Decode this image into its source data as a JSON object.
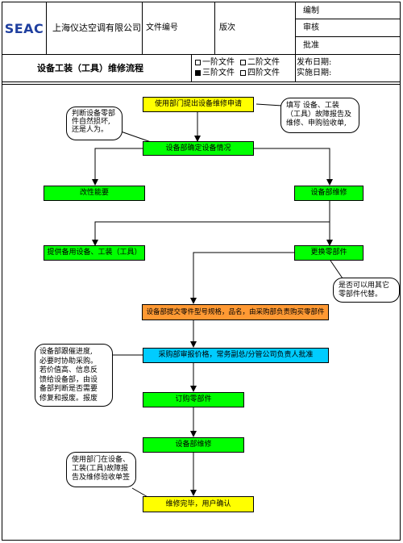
{
  "header": {
    "logo": "SEAC",
    "company": "上海仪达空调有限公司",
    "doc_no_label": "文件编号",
    "version_label": "版次",
    "roles": [
      "编制",
      "审核",
      "批准"
    ],
    "title": "设备工装（工具）维修流程",
    "levels": [
      {
        "label": "一阶文件",
        "checked": false
      },
      {
        "label": "二阶文件",
        "checked": false
      },
      {
        "label": "三阶文件",
        "checked": true
      },
      {
        "label": "四阶文件",
        "checked": false
      }
    ],
    "publish_date_label": "发布日期:",
    "effective_date_label": "实施日期:"
  },
  "flow": {
    "step1": "使用部门提出设备维修申请",
    "step2": "设备部确定设备情况",
    "step3a": "改性能要",
    "step3b": "设备部维修",
    "step4a": "提供备用设备、工装（工具）",
    "step4b": "更换零部件",
    "step5": "设备部提交零件型号规格，品名，由采购部负责购买零部件",
    "step6": "采购部审报价格，常务副总/分管公司负责人批准",
    "step7": "订购零部件",
    "step8": "设备部维修",
    "step9": "维修完毕，用户确认"
  },
  "callouts": {
    "c1": "判断设备零部\n件自然损坏,\n还是人为。",
    "c2": "填写 设备、工装\n（工具）故障报告及\n维修、申购验收单,",
    "c3": "是否可以用其它\n零部件代替。",
    "c4": "设备部跟催进度,\n必要时协助采购。\n若价值高、信息反\n馈给设备部，由设\n备部判断是否需要\n修复和报废。报废",
    "c5": "使用部门在设备、\n工装(工具)故障报\n告及维修验收单签"
  },
  "colors": {
    "yellow": "#ffff00",
    "green": "#00ff00",
    "orange": "#ff9933",
    "cyan": "#00ccff",
    "logo": "#1f3f9f"
  }
}
